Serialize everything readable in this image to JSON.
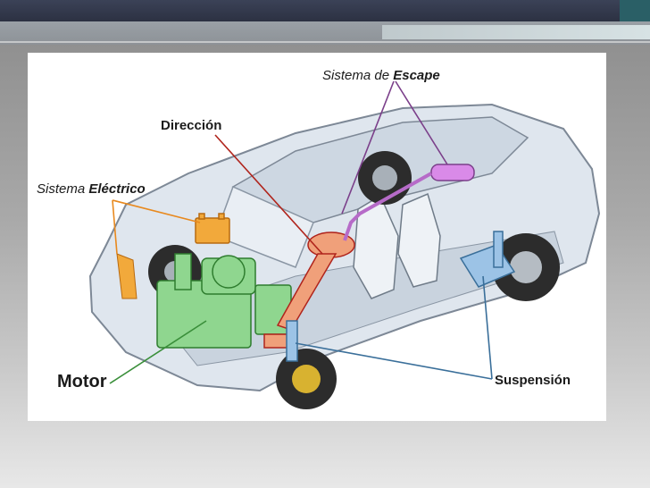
{
  "labels": {
    "escape_prefix": "Sistema de ",
    "escape_bold": "Escape",
    "direccion": "Dirección",
    "electrico_prefix": "Sistema ",
    "electrico_bold": "Eléctrico",
    "motor": "Motor",
    "suspension": "Suspensión"
  },
  "colors": {
    "escape": "#7b3f8a",
    "direccion": "#b0241c",
    "electrico": "#e8891e",
    "motor": "#3a8f3a",
    "suspension": "#3a6f9a"
  }
}
